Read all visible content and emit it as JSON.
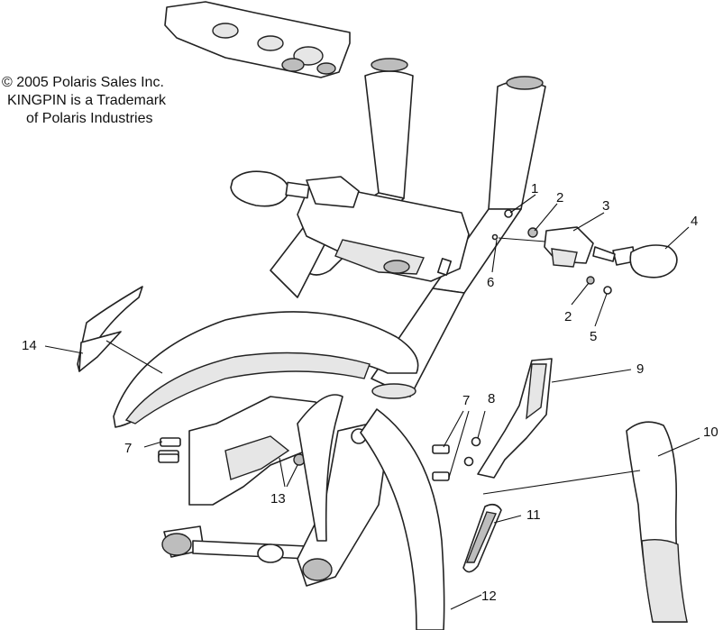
{
  "copyright": {
    "line1": "© 2005 Polaris Sales Inc.",
    "line2": "KINGPIN is a Trademark",
    "line3": "of Polaris Industries"
  },
  "callouts": {
    "c1": "1",
    "c2a": "2",
    "c3": "3",
    "c4": "4",
    "c6": "6",
    "c2b": "2",
    "c5": "5",
    "c14": "14",
    "c9": "9",
    "c7a": "7",
    "c8": "8",
    "c10": "10",
    "c7b": "7",
    "c13": "13",
    "c11": "11",
    "c12": "12"
  }
}
